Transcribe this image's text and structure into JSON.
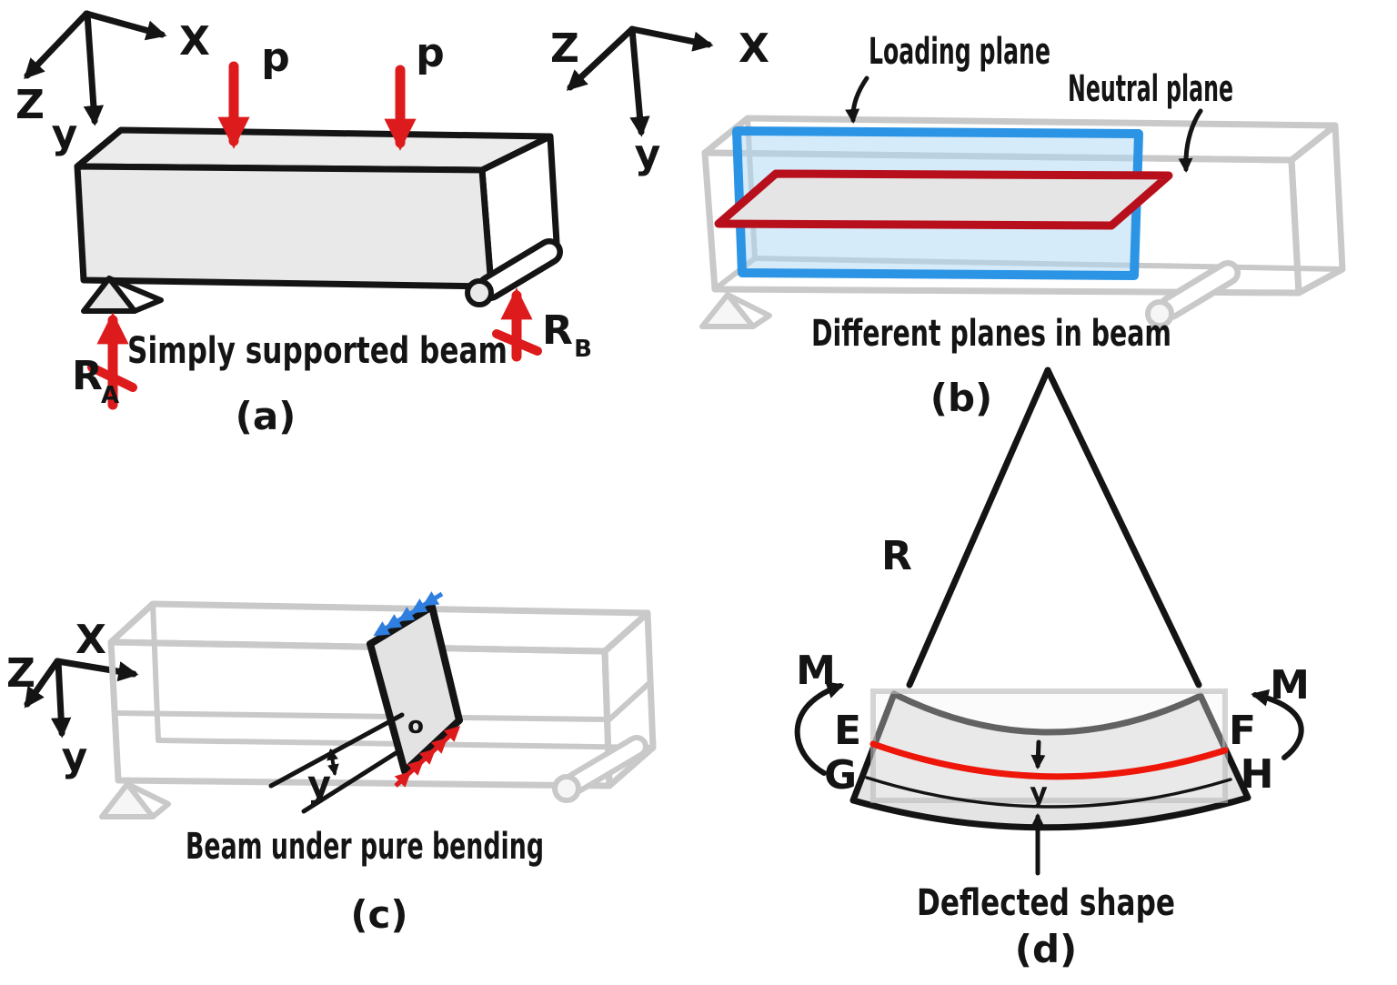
{
  "colors": {
    "ink": "#141414",
    "force_red": "#de1b1c",
    "neutral_plane_red": "#b80f1c",
    "neutral_curve_red": "#ee1509",
    "loading_plane_blue": "#2b94e4",
    "loading_plane_fill": "#cfe8f8",
    "compression_blue": "#2f7fe0",
    "beam_fill": "#e9e9e9",
    "ghost_gray": "#c9c9c9"
  },
  "panel_a": {
    "caption": "Simply supported beam",
    "tag": "(a)",
    "axis_x": "X",
    "axis_y": "y",
    "axis_z": "Z",
    "load1": "p",
    "load2": "p",
    "reaction_a": "R",
    "reaction_a_sub": "A",
    "reaction_b": "R",
    "reaction_b_sub": "B"
  },
  "panel_b": {
    "caption": "Different planes in beam",
    "tag": "(b)",
    "axis_x": "X",
    "axis_y": "y",
    "axis_z": "Z",
    "loading_plane": "Loading plane",
    "neutral_plane": "Neutral plane"
  },
  "panel_c": {
    "caption": "Beam under pure bending",
    "tag": "(c)",
    "axis_x": "X",
    "axis_y": "y",
    "axis_z": "Z",
    "distance_y": "y",
    "centroid": "o"
  },
  "panel_d": {
    "caption": "Deflected shape",
    "tag": "(d)",
    "radius": "R",
    "moment_left": "M",
    "moment_right": "M",
    "point_e": "E",
    "point_f": "F",
    "point_g": "G",
    "point_h": "H",
    "distance_y": "y"
  }
}
